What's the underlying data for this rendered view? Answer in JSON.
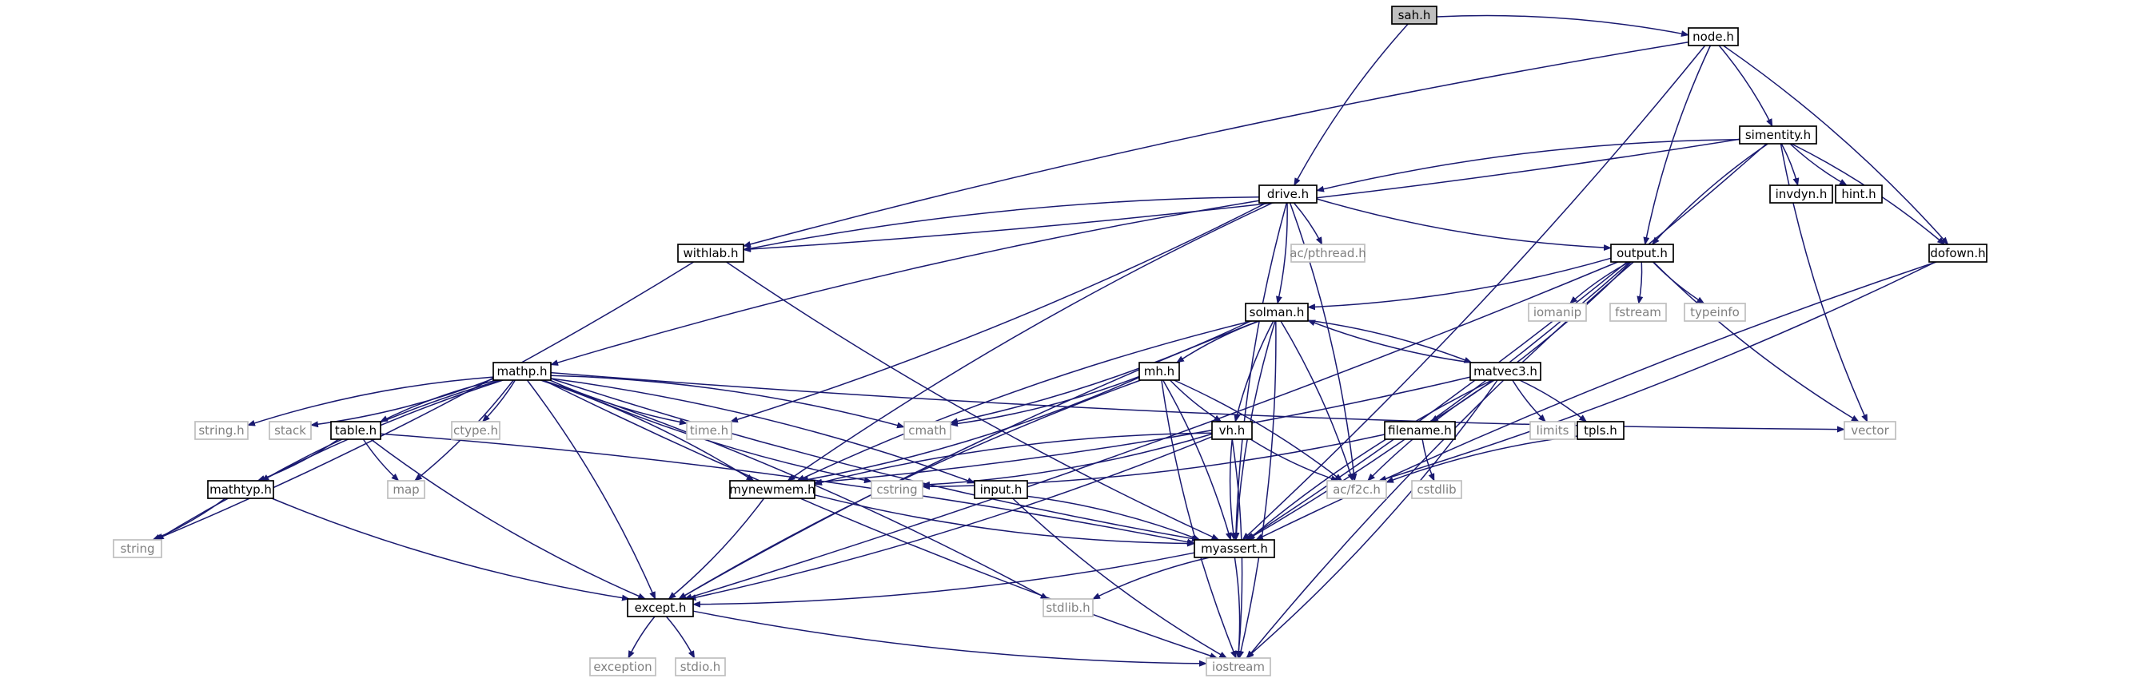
{
  "diagram": {
    "type": "include-dependency-graph",
    "edge_color": "#191970",
    "root_fill": "#bfbfbf",
    "nodes": [
      {
        "id": "sah",
        "label": "sah.h",
        "kind": "root"
      },
      {
        "id": "node",
        "label": "node.h",
        "kind": "local"
      },
      {
        "id": "simentity",
        "label": "simentity.h",
        "kind": "local"
      },
      {
        "id": "drive",
        "label": "drive.h",
        "kind": "local"
      },
      {
        "id": "invdyn",
        "label": "invdyn.h",
        "kind": "local"
      },
      {
        "id": "hint",
        "label": "hint.h",
        "kind": "local"
      },
      {
        "id": "withlab",
        "label": "withlab.h",
        "kind": "local"
      },
      {
        "id": "pthread",
        "label": "ac/pthread.h",
        "kind": "system"
      },
      {
        "id": "output",
        "label": "output.h",
        "kind": "local"
      },
      {
        "id": "dofown",
        "label": "dofown.h",
        "kind": "local"
      },
      {
        "id": "solman",
        "label": "solman.h",
        "kind": "local"
      },
      {
        "id": "iomanip",
        "label": "iomanip",
        "kind": "system"
      },
      {
        "id": "fstream",
        "label": "fstream",
        "kind": "system"
      },
      {
        "id": "typeinfo",
        "label": "typeinfo",
        "kind": "system"
      },
      {
        "id": "mathp",
        "label": "mathp.h",
        "kind": "local"
      },
      {
        "id": "mh",
        "label": "mh.h",
        "kind": "local"
      },
      {
        "id": "matvec3",
        "label": "matvec3.h",
        "kind": "local"
      },
      {
        "id": "stringh",
        "label": "string.h",
        "kind": "system"
      },
      {
        "id": "stack",
        "label": "stack",
        "kind": "system"
      },
      {
        "id": "table",
        "label": "table.h",
        "kind": "local"
      },
      {
        "id": "ctype",
        "label": "ctype.h",
        "kind": "system"
      },
      {
        "id": "timeh",
        "label": "time.h",
        "kind": "system"
      },
      {
        "id": "cmath",
        "label": "cmath",
        "kind": "system"
      },
      {
        "id": "vh",
        "label": "vh.h",
        "kind": "local"
      },
      {
        "id": "filename",
        "label": "filename.h",
        "kind": "local"
      },
      {
        "id": "limits",
        "label": "limits",
        "kind": "system"
      },
      {
        "id": "tpls",
        "label": "tpls.h",
        "kind": "local"
      },
      {
        "id": "vector",
        "label": "vector",
        "kind": "system"
      },
      {
        "id": "map",
        "label": "map",
        "kind": "system"
      },
      {
        "id": "mathtyp",
        "label": "mathtyp.h",
        "kind": "local"
      },
      {
        "id": "mynewmem",
        "label": "mynewmem.h",
        "kind": "local"
      },
      {
        "id": "cstring",
        "label": "cstring",
        "kind": "system"
      },
      {
        "id": "input",
        "label": "input.h",
        "kind": "local"
      },
      {
        "id": "f2c",
        "label": "ac/f2c.h",
        "kind": "system"
      },
      {
        "id": "cstdlib",
        "label": "cstdlib",
        "kind": "system"
      },
      {
        "id": "string",
        "label": "string",
        "kind": "system"
      },
      {
        "id": "myassert",
        "label": "myassert.h",
        "kind": "local"
      },
      {
        "id": "stdlib",
        "label": "stdlib.h",
        "kind": "system"
      },
      {
        "id": "except",
        "label": "except.h",
        "kind": "local"
      },
      {
        "id": "exception",
        "label": "exception",
        "kind": "system"
      },
      {
        "id": "stdio",
        "label": "stdio.h",
        "kind": "system"
      },
      {
        "id": "iostream",
        "label": "iostream",
        "kind": "system"
      }
    ],
    "edges": [
      [
        "sah",
        "node"
      ],
      [
        "sah",
        "drive"
      ],
      [
        "node",
        "simentity"
      ],
      [
        "node",
        "output"
      ],
      [
        "node",
        "dofown"
      ],
      [
        "node",
        "withlab"
      ],
      [
        "node",
        "myassert"
      ],
      [
        "simentity",
        "drive"
      ],
      [
        "simentity",
        "invdyn"
      ],
      [
        "simentity",
        "hint"
      ],
      [
        "simentity",
        "withlab"
      ],
      [
        "simentity",
        "output"
      ],
      [
        "simentity",
        "dofown"
      ],
      [
        "simentity",
        "vector"
      ],
      [
        "simentity",
        "myassert"
      ],
      [
        "drive",
        "withlab"
      ],
      [
        "drive",
        "pthread"
      ],
      [
        "drive",
        "output"
      ],
      [
        "drive",
        "solman"
      ],
      [
        "drive",
        "mathp"
      ],
      [
        "drive",
        "timeh"
      ],
      [
        "drive",
        "mynewmem"
      ],
      [
        "drive",
        "f2c"
      ],
      [
        "drive",
        "myassert"
      ],
      [
        "withlab",
        "string"
      ],
      [
        "withlab",
        "myassert"
      ],
      [
        "output",
        "solman"
      ],
      [
        "output",
        "iomanip"
      ],
      [
        "output",
        "fstream"
      ],
      [
        "output",
        "typeinfo"
      ],
      [
        "output",
        "filename"
      ],
      [
        "output",
        "vector"
      ],
      [
        "output",
        "except"
      ],
      [
        "output",
        "iostream"
      ],
      [
        "output",
        "myassert"
      ],
      [
        "dofown",
        "myassert"
      ],
      [
        "dofown",
        "f2c"
      ],
      [
        "solman",
        "mh"
      ],
      [
        "solman",
        "matvec3"
      ],
      [
        "solman",
        "vh"
      ],
      [
        "solman",
        "cmath"
      ],
      [
        "solman",
        "mynewmem"
      ],
      [
        "solman",
        "f2c"
      ],
      [
        "solman",
        "except"
      ],
      [
        "solman",
        "iostream"
      ],
      [
        "solman",
        "myassert"
      ],
      [
        "matvec3",
        "solman"
      ],
      [
        "matvec3",
        "limits"
      ],
      [
        "matvec3",
        "tpls"
      ],
      [
        "matvec3",
        "f2c"
      ],
      [
        "matvec3",
        "mynewmem"
      ],
      [
        "matvec3",
        "myassert"
      ],
      [
        "matvec3",
        "iostream"
      ],
      [
        "mathp",
        "stringh"
      ],
      [
        "mathp",
        "stack"
      ],
      [
        "mathp",
        "table"
      ],
      [
        "mathp",
        "ctype"
      ],
      [
        "mathp",
        "timeh"
      ],
      [
        "mathp",
        "cmath"
      ],
      [
        "mathp",
        "vector"
      ],
      [
        "mathp",
        "map"
      ],
      [
        "mathp",
        "mathtyp"
      ],
      [
        "mathp",
        "mynewmem"
      ],
      [
        "mathp",
        "cstring"
      ],
      [
        "mathp",
        "input"
      ],
      [
        "mathp",
        "string"
      ],
      [
        "mathp",
        "except"
      ],
      [
        "mathp",
        "myassert"
      ],
      [
        "mathp",
        "stdlib"
      ],
      [
        "mathp",
        "iostream"
      ],
      [
        "mh",
        "cmath"
      ],
      [
        "mh",
        "vh"
      ],
      [
        "mh",
        "f2c"
      ],
      [
        "mh",
        "except"
      ],
      [
        "mh",
        "myassert"
      ],
      [
        "mh",
        "iostream"
      ],
      [
        "mh",
        "mynewmem"
      ],
      [
        "vh",
        "f2c"
      ],
      [
        "vh",
        "cstring"
      ],
      [
        "vh",
        "mynewmem"
      ],
      [
        "vh",
        "except"
      ],
      [
        "vh",
        "myassert"
      ],
      [
        "vh",
        "iostream"
      ],
      [
        "table",
        "map"
      ],
      [
        "table",
        "mathtyp"
      ],
      [
        "table",
        "except"
      ],
      [
        "table",
        "myassert"
      ],
      [
        "filename",
        "cstdlib"
      ],
      [
        "filename",
        "cstring"
      ],
      [
        "tpls",
        "f2c"
      ],
      [
        "mathtyp",
        "string"
      ],
      [
        "mathtyp",
        "except"
      ],
      [
        "mynewmem",
        "except"
      ],
      [
        "mynewmem",
        "myassert"
      ],
      [
        "input",
        "myassert"
      ],
      [
        "input",
        "iostream"
      ],
      [
        "myassert",
        "except"
      ],
      [
        "myassert",
        "stdlib"
      ],
      [
        "myassert",
        "iostream"
      ],
      [
        "except",
        "exception"
      ],
      [
        "except",
        "stdio"
      ],
      [
        "except",
        "iostream"
      ]
    ]
  }
}
